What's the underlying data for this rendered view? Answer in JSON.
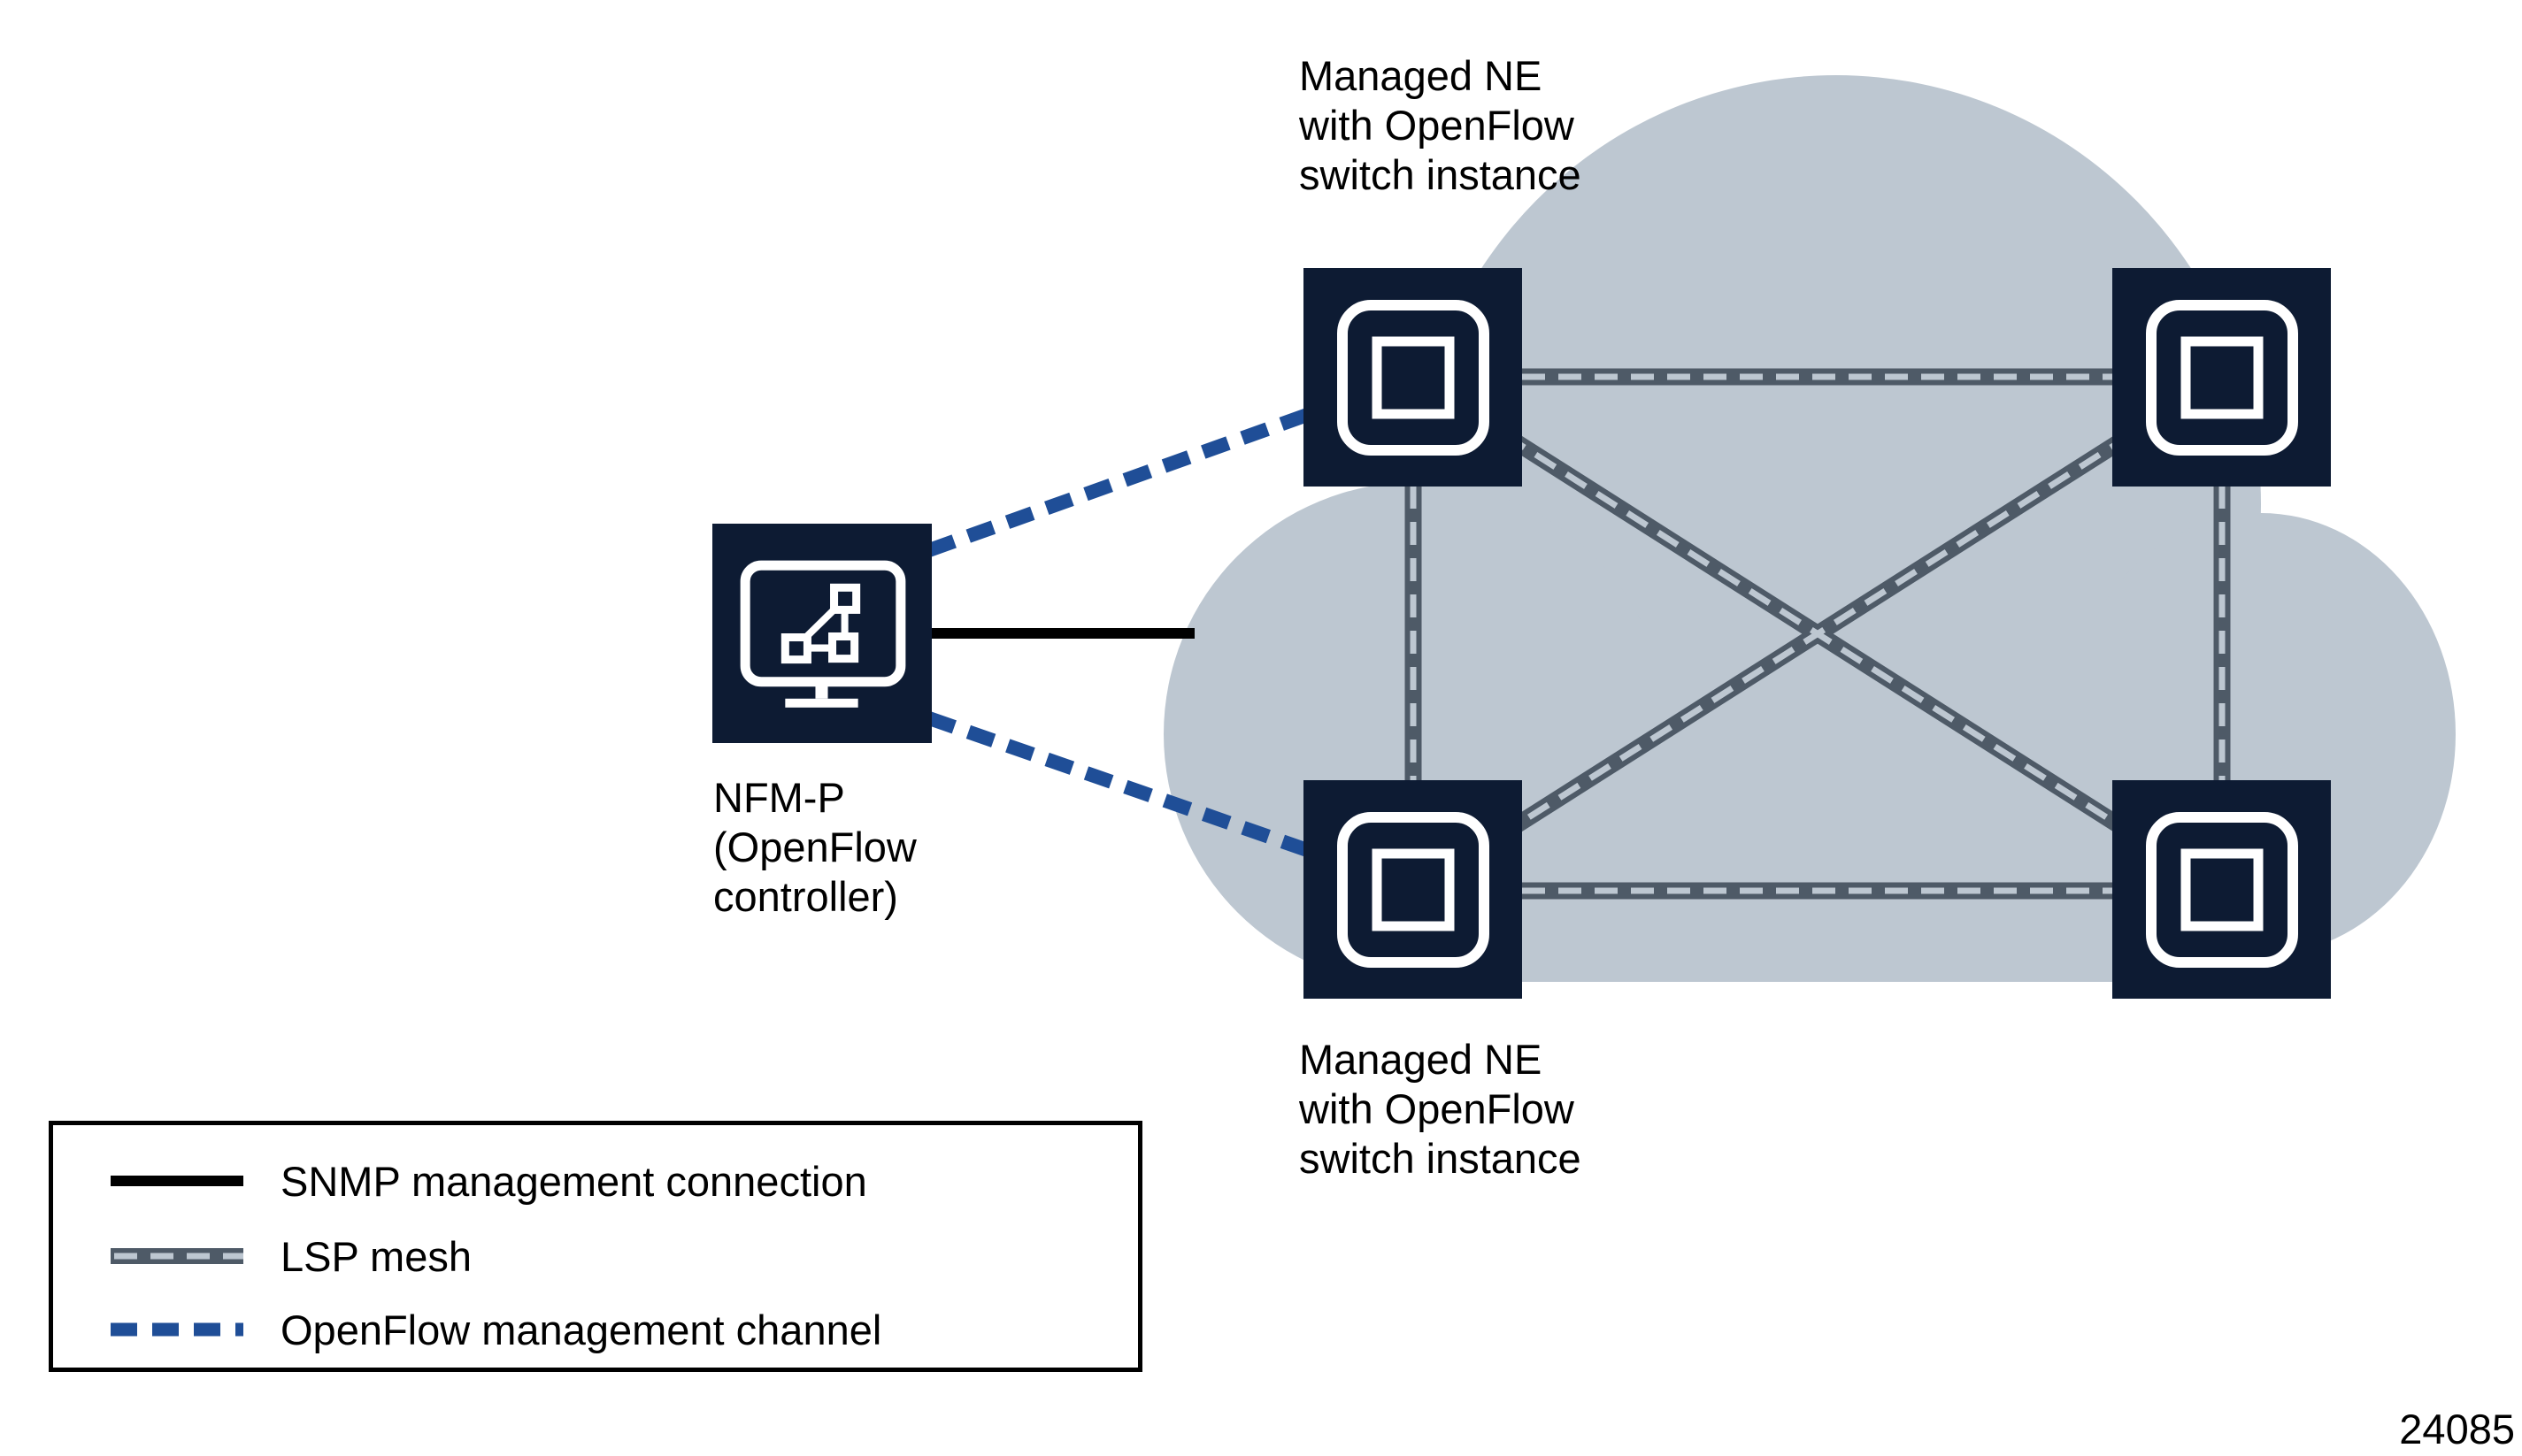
{
  "figure": {
    "number": "24085"
  },
  "cloud": {
    "name": "managed-network-cloud",
    "color": "#bdc7d1"
  },
  "labels": {
    "managed_ne_top": {
      "line1": "Managed NE",
      "line2": "with OpenFlow",
      "line3": "switch instance"
    },
    "managed_ne_bottom": {
      "line1": "Managed NE",
      "line2": "with OpenFlow",
      "line3": "switch instance"
    },
    "controller": {
      "line1": "NFM-P",
      "line2": "(OpenFlow",
      "line3": "controller)"
    }
  },
  "legend": {
    "items": [
      {
        "label": "SNMP management connection",
        "style": "solid-black"
      },
      {
        "label": "LSP mesh",
        "style": "railroad-gray"
      },
      {
        "label": "OpenFlow management channel",
        "style": "dashed-blue"
      }
    ]
  },
  "colors": {
    "node_navy": "#0d1b33",
    "cloud_gray": "#bdc7d1",
    "lsp_line_dark": "#4e5a67",
    "lsp_line_dash": "#bdc7d1",
    "openflow_blue": "#1f4e97",
    "snmp_black": "#000000",
    "icon_white": "#ffffff"
  },
  "icons": {
    "switch_nodes": "openflow-switch-icon",
    "controller_node": "monitor-topology-icon"
  }
}
